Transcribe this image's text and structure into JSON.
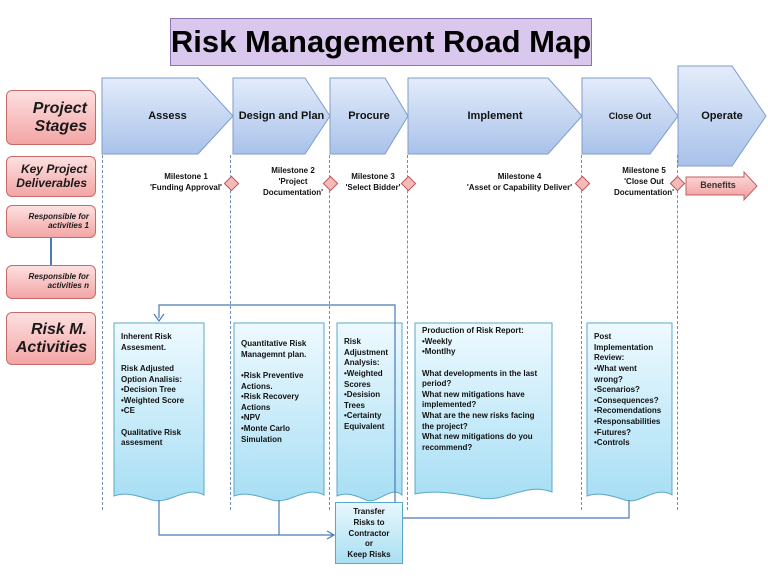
{
  "title": "Risk Management Road Map",
  "row_labels": {
    "project_stages": "Project\nStages",
    "key_deliverables": "Key Project\nDeliverables",
    "responsible_1": "Responsible for\nactivities 1",
    "responsible_n": "Responsible for\nactivities n",
    "risk_activities": "Risk M.\nActivities"
  },
  "stages": [
    "Assess",
    "Design and Plan",
    "Procure",
    "Implement",
    "Close Out",
    "Operate"
  ],
  "milestones": [
    {
      "title": "Milestone 1",
      "desc": "'Funding Approval'"
    },
    {
      "title": "Milestone 2",
      "desc": "'Project\nDocumentation'"
    },
    {
      "title": "Milestone 3",
      "desc": "'Select Bidder'"
    },
    {
      "title": "Milestone 4",
      "desc": "'Asset or Capability Deliver'"
    },
    {
      "title": "Milestone 5",
      "desc": "'Close Out\nDocumentation'"
    }
  ],
  "benefits": "Benefits",
  "activities": [
    "Inherent Risk\nAssesment.\n\nRisk Adjusted\nOption Analisis:\n•Decision Tree\n•Weighted Score\n•CE\n\nQualitative Risk\nassesment",
    "Quantitative Risk\nManagemnt plan.\n\n•Risk Preventive\nActions.\n•Risk Recovery\nActions\n•NPV\n•Monte Carlo\nSimulation",
    "Risk\nAdjustment\nAnalysis:\n•Weighted\nScores\n•Desision\nTrees\n•Certainty\nEquivalent",
    "Production of Risk Report:\n•Weekly\n•Montlhy\n\nWhat developments in the last\nperiod?\nWhat new mitigations have\nimplemented?\nWhat are the new risks facing\nthe project?\nWhat new mitigations do you\nrecommend?",
    "Post\nImplementation\nReview:\n•What went\nwrong?\n•Scenarios?\n•Consequences?\n•Recomendations\n•Responsabilities\n•Futures?\n•Controls"
  ],
  "transfer": "Transfer\nRisks to\nContractor\nor\nKeep Risks",
  "colors": {
    "title_bg": "#d9c7ee",
    "label_bg": "#f3a5a5",
    "stage_bg": "#b9cff0",
    "doc_bg": "#a9dff3",
    "benefit_arrow": "#f4a3a3"
  }
}
